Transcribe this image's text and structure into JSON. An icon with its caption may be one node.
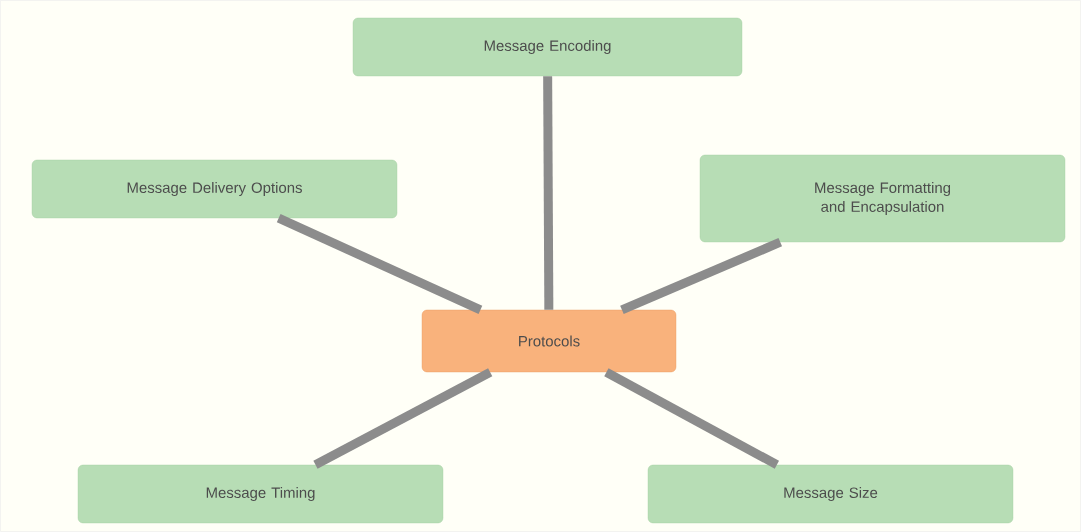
{
  "diagram": {
    "nodes": [
      {
        "text": [
          "Protocols"
        ]
      },
      {
        "text": [
          "Message Encoding"
        ]
      },
      {
        "text": [
          "Message Delivery Options"
        ]
      },
      {
        "text": [
          "Message Formatting and Encapsulation"
        ]
      },
      {
        "text": [
          "Message Timing"
        ]
      },
      {
        "text": [
          "Message Size"
        ]
      }
    ],
    "edges": [
      {
        "from": 0,
        "to": 1,
        "arrow": "none"
      },
      {
        "from": 0,
        "to": 2,
        "arrow": "none"
      },
      {
        "from": 0,
        "to": 3,
        "arrow": "none"
      },
      {
        "from": 0,
        "to": 4,
        "arrow": "none"
      },
      {
        "from": 0,
        "to": 5,
        "arrow": "none"
      }
    ]
  }
}
